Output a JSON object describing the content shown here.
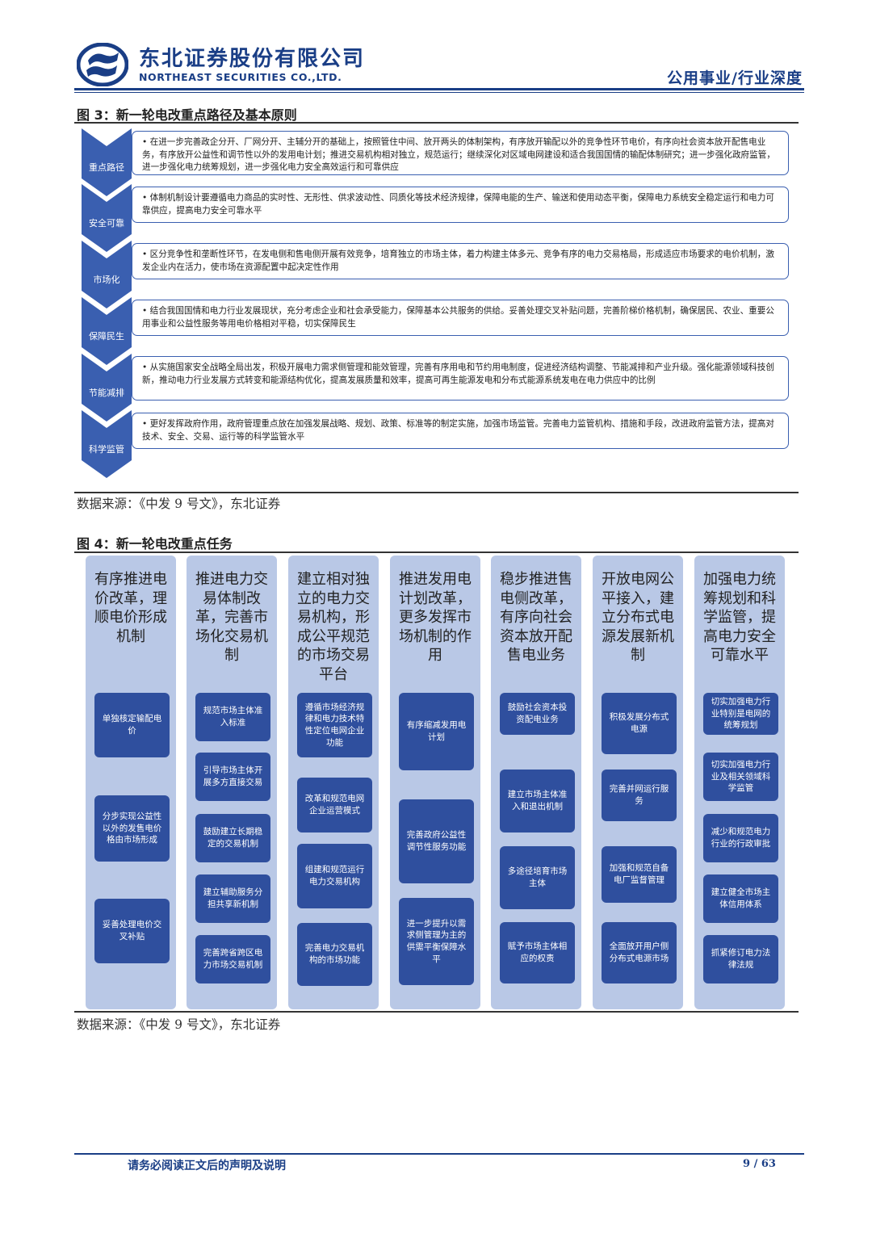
{
  "header": {
    "company_cn": "东北证券股份有限公司",
    "company_en": "NORTHEAST SECURITIES CO.,LTD.",
    "sector": "公用事业/行业深度"
  },
  "figure3": {
    "title": "图 3：新一轮电改重点路径及基本原则",
    "source": "数据来源：《中发 9 号文》，东北证券",
    "rows": [
      {
        "label": "重点路径",
        "text": "• 在进一步完善政企分开、厂网分开、主辅分开的基础上，按照管住中间、放开两头的体制架构，有序放开输配以外的竞争性环节电价，有序向社会资本放开配售电业务，有序放开公益性和调节性以外的发用电计划；推进交易机构相对独立，规范运行；继续深化对区域电网建设和适合我国国情的输配体制研究；进一步强化政府监管，进一步强化电力统筹规划，进一步强化电力安全高效运行和可靠供应"
      },
      {
        "label": "安全可靠",
        "text": "• 体制机制设计要遵循电力商品的实时性、无形性、供求波动性、同质化等技术经济规律，保障电能的生产、输送和使用动态平衡，保障电力系统安全稳定运行和电力可靠供应，提高电力安全可靠水平"
      },
      {
        "label": "市场化",
        "text": "• 区分竞争性和垄断性环节，在发电侧和售电侧开展有效竞争，培育独立的市场主体，着力构建主体多元、竞争有序的电力交易格局，形成适应市场要求的电价机制，激发企业内在活力，使市场在资源配置中起决定性作用"
      },
      {
        "label": "保障民生",
        "text": "• 结合我国国情和电力行业发展现状，充分考虑企业和社会承受能力，保障基本公共服务的供给。妥善处理交叉补贴问题，完善阶梯价格机制，确保居民、农业、重要公用事业和公益性服务等用电价格相对平稳，切实保障民生"
      },
      {
        "label": "节能减排",
        "text": "• 从实施国家安全战略全局出发，积极开展电力需求侧管理和能效管理，完善有序用电和节约用电制度，促进经济结构调整、节能减排和产业升级。强化能源领域科技创新，推动电力行业发展方式转变和能源结构优化，提高发展质量和效率，提高可再生能源发电和分布式能源系统发电在电力供应中的比例"
      },
      {
        "label": "科学监管",
        "text": "• 更好发挥政府作用，政府管理重点放在加强发展战略、规划、政策、标准等的制定实施，加强市场监管。完善电力监管机构、措施和手段，改进政府监管方法，提高对技术、安全、交易、运行等的科学监管水平"
      }
    ]
  },
  "figure4": {
    "title": "图 4：新一轮电改重点任务",
    "source": "数据来源：《中发 9 号文》，东北证券",
    "columns": [
      {
        "title": "有序推进电价改革，理顺电价形成机制",
        "tasks": [
          "单独核定输配电价",
          "分步实现公益性以外的发售电价格由市场形成",
          "妥善处理电价交叉补贴"
        ]
      },
      {
        "title": "推进电力交易体制改革，完善市场化交易机制",
        "tasks": [
          "规范市场主体准入标准",
          "引导市场主体开展多方直接交易",
          "鼓励建立长期稳定的交易机制",
          "建立辅助服务分担共享新机制",
          "完善跨省跨区电力市场交易机制"
        ]
      },
      {
        "title": "建立相对独立的电力交易机构，形成公平规范的市场交易平台",
        "tasks": [
          "遵循市场经济规律和电力技术特性定位电网企业功能",
          "改革和规范电网企业运营模式",
          "组建和规范运行电力交易机构",
          "完善电力交易机构的市场功能"
        ]
      },
      {
        "title": "推进发用电计划改革，更多发挥市场机制的作用",
        "tasks": [
          "有序缩减发用电计划",
          "完善政府公益性调节性服务功能",
          "进一步提升以需求侧管理为主的供需平衡保障水平"
        ]
      },
      {
        "title": "稳步推进售电侧改革，有序向社会资本放开配售电业务",
        "tasks": [
          "鼓励社会资本投资配电业务",
          "建立市场主体准入和退出机制",
          "多途径培育市场主体",
          "赋予市场主体相应的权责"
        ]
      },
      {
        "title": "开放电网公平接入，建立分布式电源发展新机制",
        "tasks": [
          "积极发展分布式电源",
          "完善并网运行服务",
          "加强和规范自备电厂监督管理",
          "全面放开用户侧分布式电源市场"
        ]
      },
      {
        "title": "加强电力统筹规划和科学监管，提高电力安全可靠水平",
        "tasks": [
          "切实加强电力行业特别是电网的统筹规划",
          "切实加强电力行业及相关领域科学监管",
          "减少和规范电力行业的行政审批",
          "建立健全市场主体信用体系",
          "抓紧修订电力法律法规"
        ]
      }
    ]
  },
  "footer": {
    "disclaimer": "请务必阅读正文后的声明及说明",
    "page": "9 / 63"
  },
  "colors": {
    "brand": "#1a3e86",
    "chevron": "#3a5fb0",
    "column_bg": "#b9c8e6",
    "task_bg": "#2f4f9e"
  }
}
